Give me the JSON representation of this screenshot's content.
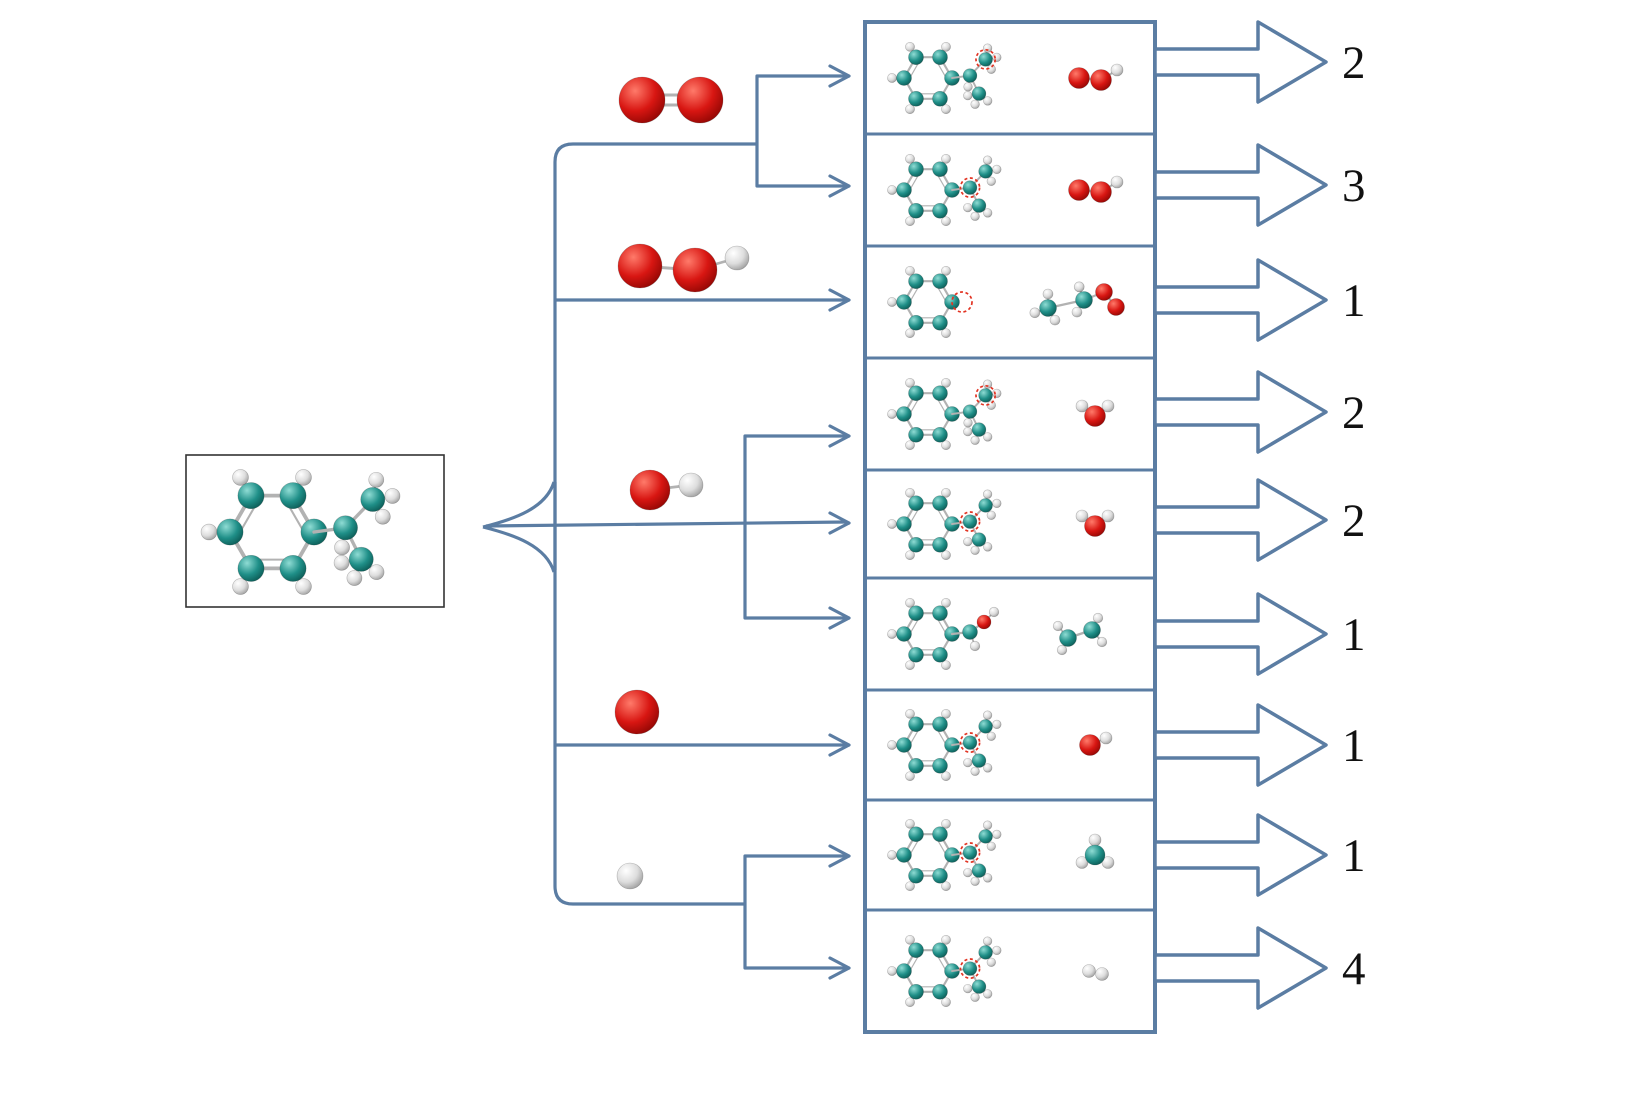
{
  "figure": {
    "type": "reaction-scheme-diagram",
    "description": "Hydrogen abstraction reaction channels of isopropylbenzene with O2, HO2, OH, O and H",
    "colors": {
      "line": "#5b7da3",
      "box_border": "#5b7da3",
      "text": "#111111",
      "bond": "#b2b2b2",
      "background": "#ffffff",
      "source_box_border": "#333333",
      "radical_mark": "#e23322"
    },
    "atom_colors": {
      "carbon": {
        "hi": "#8fdcd4",
        "mid": "#1f8f88",
        "lo": "#0a5550"
      },
      "oxygen": {
        "hi": "#ff7a6a",
        "mid": "#d81612",
        "lo": "#8a0502"
      },
      "hydrogen": {
        "hi": "#ffffff",
        "mid": "#dddddd",
        "lo": "#979797"
      }
    },
    "source_molecule": {
      "name": "isopropylbenzene"
    },
    "reactants": [
      {
        "id": "O2",
        "name": "oxygen-molecule"
      },
      {
        "id": "HO2",
        "name": "hydroperoxyl-radical"
      },
      {
        "id": "OH",
        "name": "hydroxyl-radical"
      },
      {
        "id": "O",
        "name": "oxygen-atom"
      },
      {
        "id": "H",
        "name": "hydrogen-atom"
      }
    ],
    "rows": [
      {
        "count": "2",
        "reactant": "O2",
        "radical": "methyl",
        "variant": "default",
        "coproduct": "HO2"
      },
      {
        "count": "3",
        "reactant": "O2",
        "radical": "central",
        "variant": "default",
        "coproduct": "HO2"
      },
      {
        "count": "1",
        "reactant": "HO2",
        "radical": "ring",
        "variant": "frag3",
        "coproduct": "CH3+CH3OO"
      },
      {
        "count": "2",
        "reactant": "OH",
        "radical": "methyl",
        "variant": "default",
        "coproduct": "H2O"
      },
      {
        "count": "2",
        "reactant": "OH",
        "radical": "central",
        "variant": "default",
        "coproduct": "H2O"
      },
      {
        "count": "1",
        "reactant": "OH",
        "radical": "none",
        "variant": "phenol",
        "coproduct": "C2H4"
      },
      {
        "count": "1",
        "reactant": "O",
        "radical": "central",
        "variant": "default",
        "coproduct": "OH"
      },
      {
        "count": "1",
        "reactant": "H",
        "radical": "central",
        "variant": "default",
        "coproduct": "CH3"
      },
      {
        "count": "4",
        "reactant": "H",
        "radical": "central",
        "variant": "default",
        "coproduct": "H2"
      }
    ]
  }
}
